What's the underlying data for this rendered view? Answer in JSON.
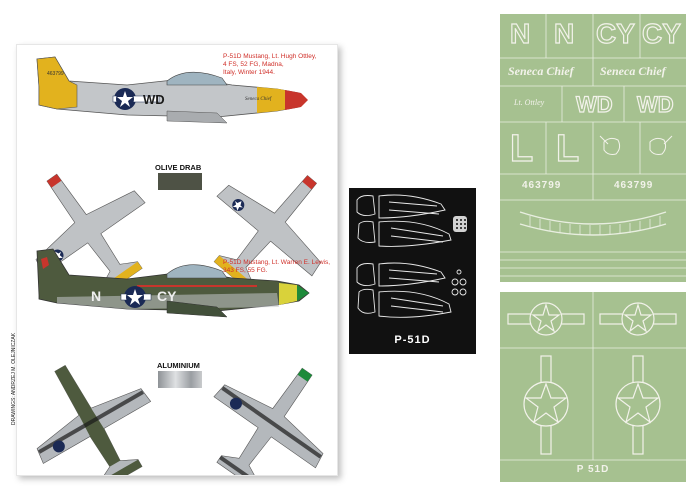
{
  "profile_sheet": {
    "caption1": [
      "P-51D Mustang, Lt. Hugh Ottley,",
      "4 FS, 52 FG, Madna,",
      "Italy, Winter 1944."
    ],
    "caption2": [
      "P-51D Mustang, Lt. Warren E. Lewis,",
      "343 FS, 55 FG."
    ],
    "plane1_code": "WD",
    "plane2_code_left": "N",
    "plane2_code_right": "CY",
    "color1_label": "OLIVE DRAB",
    "color2_label": "ALUMINIUM",
    "credit": "DRAWINGS: ANDRZEJ M. OLEJNICZAK",
    "colors": {
      "olive_drab": "#4e5245",
      "aluminium": "#b9bcbf",
      "yellow": "#e2b21e",
      "red": "#c8352c"
    }
  },
  "mask_sheet": {
    "label": "P-51D",
    "background": "#111111"
  },
  "decal_sheet_top": {
    "background": "#a6c190",
    "row1": [
      "N",
      "N",
      "CY",
      "CY"
    ],
    "row2": [
      "Seneca Chief",
      "Seneca Chief"
    ],
    "row3": [
      "Lt. Ottley",
      "WD",
      "WD"
    ],
    "row4": [
      "L",
      "L"
    ],
    "row5": [
      "463799",
      "463799"
    ]
  },
  "decal_sheet_bottom": {
    "background": "#a6c190",
    "label": "P 51D"
  }
}
